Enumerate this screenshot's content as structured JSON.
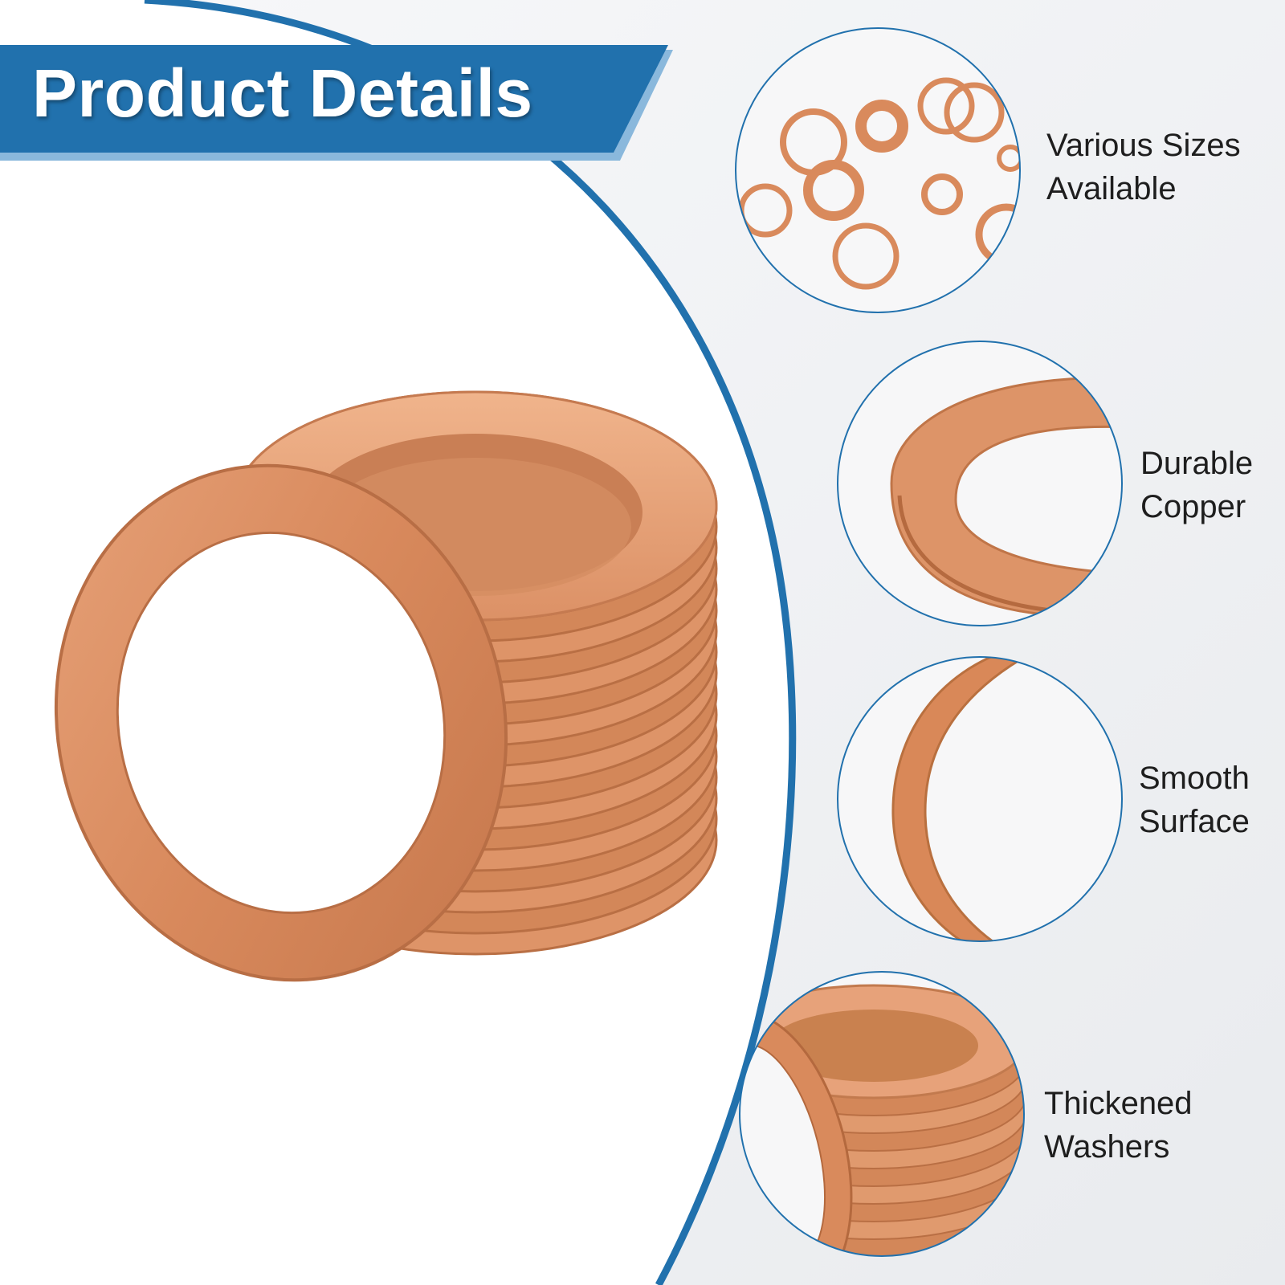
{
  "banner": {
    "title": "Product Details"
  },
  "colors": {
    "brand_blue": "#2171ad",
    "banner_accent": "#8ab8dc",
    "copper": "#d98a5c"
  },
  "features": [
    {
      "line1": "Various Sizes",
      "line2": "Available",
      "detail_icon": "scattered-washers-detail"
    },
    {
      "line1": "Durable",
      "line2": "Copper",
      "detail_icon": "washer-edge-closeup"
    },
    {
      "line1": "Smooth",
      "line2": "Surface",
      "detail_icon": "washer-surface-closeup"
    },
    {
      "line1": "Thickened",
      "line2": "Washers",
      "detail_icon": "washer-stack-closeup"
    }
  ]
}
